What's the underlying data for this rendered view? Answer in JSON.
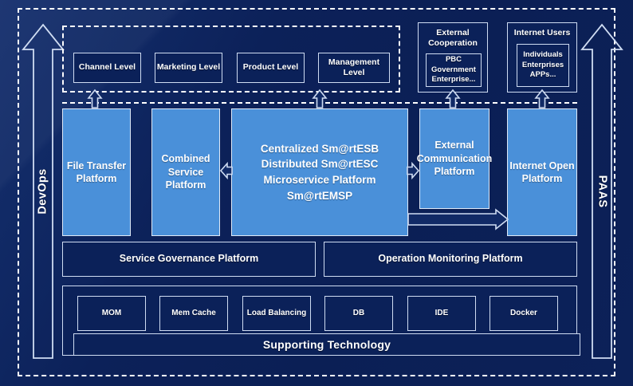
{
  "diagram": {
    "title": "Enterprise Service Platform Architecture",
    "colors": {
      "background": "#0d2259",
      "panel_navy": "#0b2159",
      "platform_blue": "#4a90d9",
      "stroke_light": "#cfdcf2",
      "text": "#ffffff"
    }
  },
  "left_pillar": {
    "label": "DevOps",
    "direction": "up"
  },
  "right_pillar": {
    "label": "PAAS",
    "direction": "up"
  },
  "business_layer": {
    "boxes": [
      {
        "label": "Channel Level"
      },
      {
        "label": "Marketing Level"
      },
      {
        "label": "Product Level"
      },
      {
        "label": "Management Level"
      }
    ]
  },
  "external_groups": [
    {
      "title": "External Cooperation",
      "inner": "PBC Government Enterprise..."
    },
    {
      "title": "Internet Users",
      "inner": "Individuals Enterprises APPs..."
    }
  ],
  "platform_layer": {
    "boxes": [
      {
        "label": "File Transfer Platform"
      },
      {
        "label": "Combined Service Platform"
      },
      {
        "label": "Centralized Sm@rtESB\nDistributed Sm@rtESC\nMicroservice Platform Sm@rtEMSP"
      },
      {
        "label": "External Communication Platform"
      },
      {
        "label": "Internet Open Platform"
      }
    ],
    "center_lines": [
      "Centralized Sm@rtESB",
      "Distributed Sm@rtESC",
      "Microservice Platform Sm@rtEMSP"
    ]
  },
  "management_layer": {
    "boxes": [
      {
        "label": "Service Governance Platform"
      },
      {
        "label": "Operation Monitoring Platform"
      }
    ]
  },
  "technology_layer": {
    "boxes": [
      {
        "label": "MOM"
      },
      {
        "label": "Mem Cache"
      },
      {
        "label": "Load Balancing"
      },
      {
        "label": "DB"
      },
      {
        "label": "IDE"
      },
      {
        "label": "Docker"
      }
    ],
    "footer": "Supporting Technology"
  }
}
